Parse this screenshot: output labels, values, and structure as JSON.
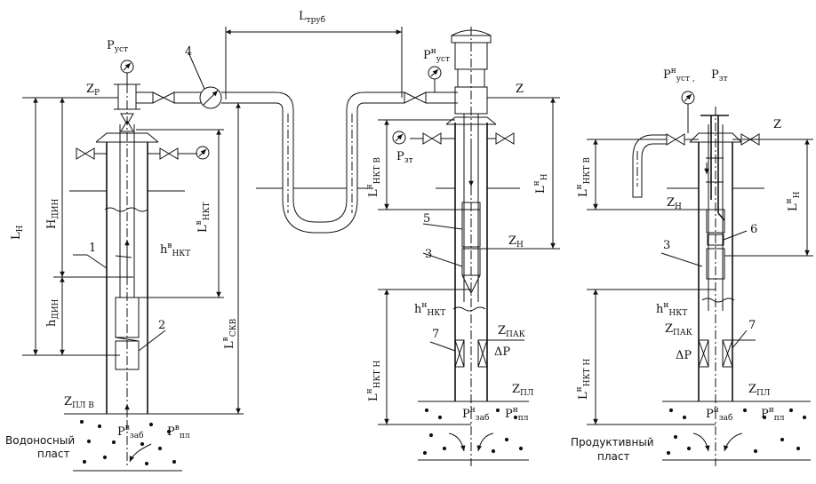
{
  "labels": {
    "l_trub": "L",
    "l_trub_sub": "труб",
    "p_ust": "P",
    "p_ust_sub": "уст",
    "z_r": "Z",
    "z_r_sub": "Р",
    "num_4": "4",
    "num_1": "1",
    "num_2": "2",
    "num_3a": "3",
    "num_5": "5",
    "num_7a": "7",
    "num_3b": "3",
    "num_6": "6",
    "num_7b": "7",
    "l_n": "L",
    "l_n_sub": "Н",
    "h_din": "H",
    "h_din_sub": "ДИН",
    "h_din_small": "h",
    "h_din_small_sub": "ДИН",
    "l_nkt_v": "L",
    "l_nkt_v_sup": "в",
    "l_nkt_v_sub": "НКТ",
    "h_nkt_v": "h",
    "h_nkt_v_sup": "в",
    "h_nkt_v_sub": "НКТ",
    "l_skv": "L",
    "l_skv_sup": "в",
    "l_skv_sub": "СКВ",
    "z_pl_v": "Z",
    "z_pl_v_sub": "ПЛ В",
    "p_zab_v": "P",
    "p_zab_v_sup": "в",
    "p_zab_v_sub": "заб",
    "p_pl_v": "P",
    "p_pl_v_sup": "в",
    "p_pl_v_sub": "пл",
    "vodonosny": "Водоносный",
    "plast1": "пласт",
    "p_ust_n": "P",
    "p_ust_n_sup": "н",
    "p_ust_n_sub": "уст",
    "z_mid": "Z",
    "p_zt_mid": "P",
    "p_zt_mid_sub": "зт",
    "l_nkt_vn": "L",
    "l_nkt_vn_sup": "н",
    "l_nkt_vn_sub": "НКТ В",
    "l_n_mid": "L",
    "l_n_mid_sup": "н",
    "l_n_mid_sub": "Н",
    "z_n_mid": "Z",
    "z_n_mid_sub": "Н",
    "h_nkt_n_mid": "h",
    "h_nkt_n_mid_sup": "н",
    "h_nkt_n_mid_sub": "НКТ",
    "z_pak_mid": "Z",
    "z_pak_mid_sub": "ПАК",
    "dp_mid": "ΔP",
    "l_nkt_nn": "L",
    "l_nkt_nn_sup": "н",
    "l_nkt_nn_sub": "НКТ Н",
    "z_pl_mid": "Z",
    "z_pl_mid_sub": "ПЛ",
    "p_zab_mid": "P",
    "p_zab_mid_sup": "н",
    "p_zab_mid_sub": "заб",
    "p_pl_mid": "P",
    "p_pl_mid_sup": "н",
    "p_pl_mid_sub": "пл",
    "p_ust_r": "P",
    "p_ust_r_sup": "н",
    "p_ust_r_sub": "уст ,",
    "p_zt_r": "P",
    "p_zt_r_sub": "зт",
    "z_right": "Z",
    "l_nkt_vr": "L",
    "l_nkt_vr_sup": "н",
    "l_nkt_vr_sub": "НКТ В",
    "l_n_r": "L",
    "l_n_r_sup": "н",
    "l_n_r_sub": "Н",
    "z_n_r": "Z",
    "z_n_r_sub": "Н",
    "h_nkt_r": "h",
    "h_nkt_r_sup": "н",
    "h_nkt_r_sub": "НКТ",
    "z_pak_r": "Z",
    "z_pak_r_sub": "ПАК",
    "dp_r": "ΔP",
    "l_nkt_nr": "L",
    "l_nkt_nr_sup": "н",
    "l_nkt_nr_sub": "НКТ Н",
    "z_pl_r": "Z",
    "z_pl_r_sub": "ПЛ",
    "p_zab_r": "P",
    "p_zab_r_sup": "н",
    "p_zab_r_sub": "заб",
    "p_pl_r": "P",
    "p_pl_r_sup": "н",
    "p_pl_r_sub": "пл",
    "produktivny": "Продуктивный",
    "plast2": "пласт"
  }
}
